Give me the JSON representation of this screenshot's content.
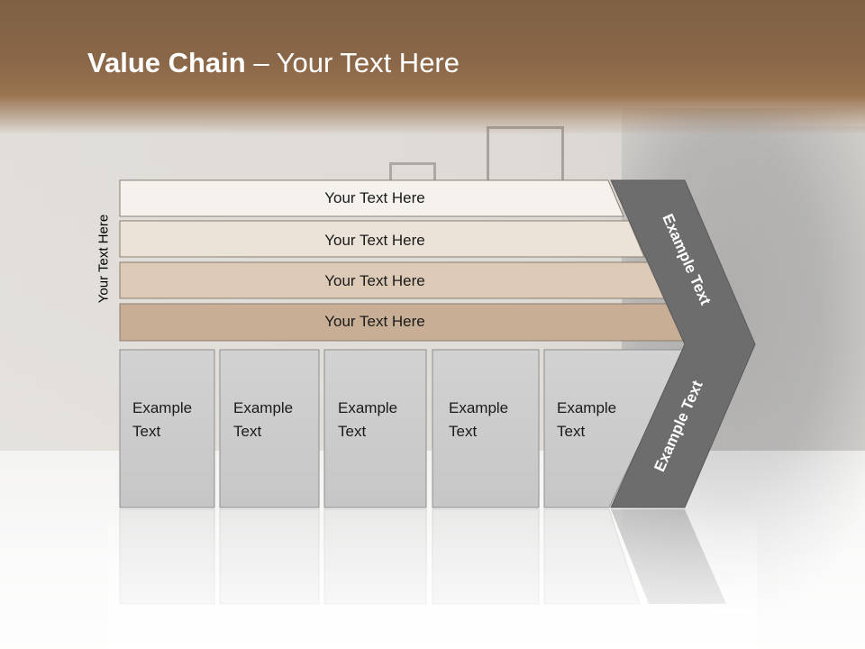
{
  "slide": {
    "title_bold": "Value Chain",
    "title_rest": "– Your Text Here",
    "vertical_label": "Your Text Here"
  },
  "bars": [
    {
      "label": "Your Text Here",
      "color": "#f5f2ee"
    },
    {
      "label": "Your Text Here",
      "color": "#ebe2d8"
    },
    {
      "label": "Your Text Here",
      "color": "#dccab7"
    },
    {
      "label": "Your Text Here",
      "color": "#c8ae94"
    }
  ],
  "cells": [
    {
      "line1": "Example",
      "line2": "Text"
    },
    {
      "line1": "Example",
      "line2": "Text"
    },
    {
      "line1": "Example",
      "line2": "Text"
    },
    {
      "line1": "Example",
      "line2": "Text"
    },
    {
      "line1": "Example",
      "line2": "Text"
    }
  ],
  "chevron": {
    "upper_label": "Example Text",
    "lower_label": "Example Text",
    "color": "#6d6d6d"
  },
  "colors": {
    "cell_fill": "#cdcdcd",
    "header": "#8a6748"
  }
}
